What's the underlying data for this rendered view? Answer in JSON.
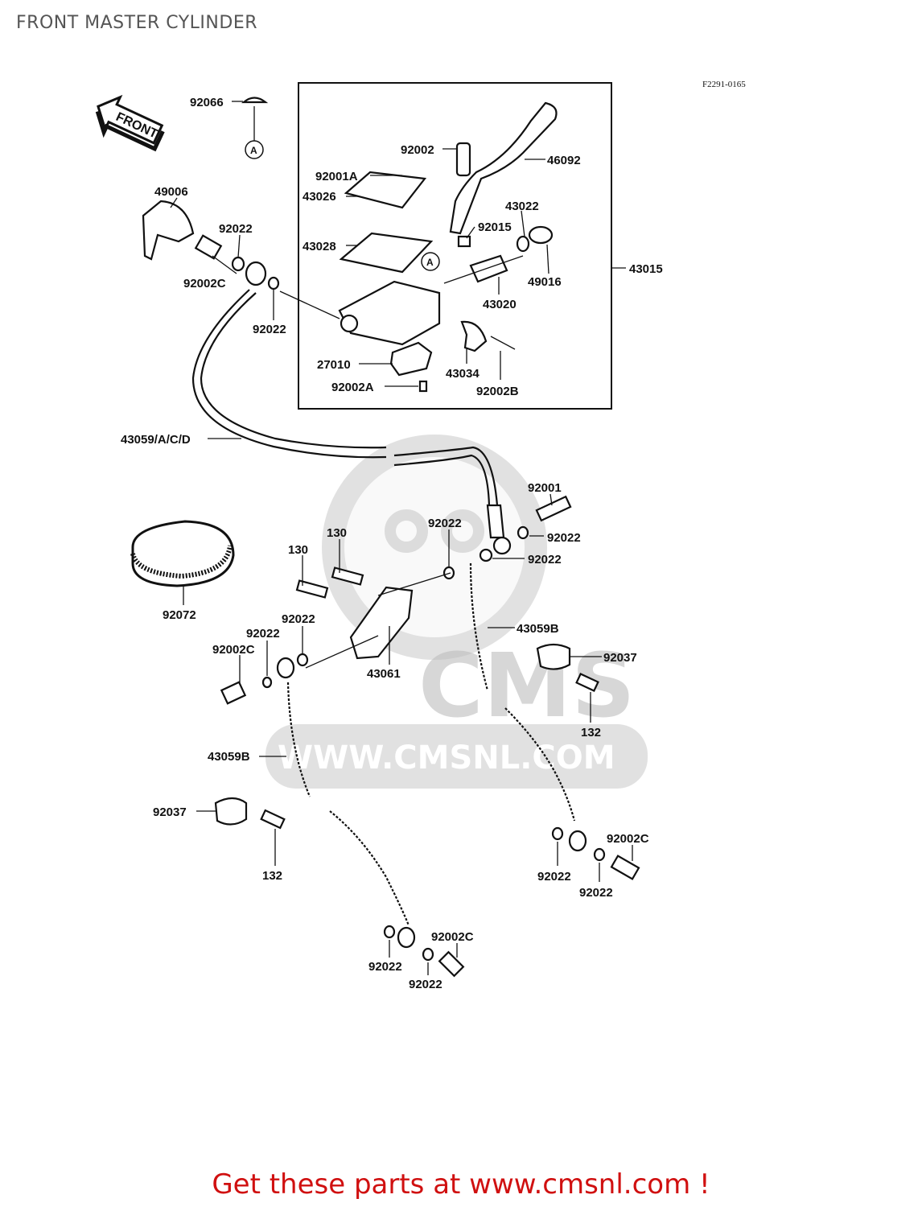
{
  "header": {
    "title": "FRONT MASTER CYLINDER"
  },
  "diagram": {
    "ref_code": "F2291-0165",
    "front_arrow": "FRONT",
    "marker": "A",
    "watermark": {
      "brand": "CMS",
      "url": "WWW.CMSNL.COM"
    },
    "callouts": {
      "p92066": "92066",
      "p92002": "92002",
      "p46092": "46092",
      "p92001A": "92001A",
      "p43026": "43026",
      "p49006": "49006",
      "p43022": "43022",
      "p92015": "92015",
      "p92022_a": "92022",
      "p43028": "43028",
      "p49016": "49016",
      "p43015": "43015",
      "p92002C_a": "92002C",
      "p43020": "43020",
      "p92022_b": "92022",
      "p27010": "27010",
      "p43034": "43034",
      "p92002A": "92002A",
      "p92002B": "92002B",
      "p43059ACD": "43059/A/C/D",
      "p92001": "92001",
      "p92022_c": "92022",
      "p92022_d": "92022",
      "p130_a": "130",
      "p130_b": "130",
      "p92022_e": "92022",
      "p92072": "92072",
      "p92022_f": "92022",
      "p92022_g": "92022",
      "p43059B_a": "43059B",
      "p92002C_b": "92002C",
      "p92037_a": "92037",
      "p43061": "43061",
      "p132_a": "132",
      "p43059B_b": "43059B",
      "p92037_b": "92037",
      "p132_b": "132",
      "p92002C_c": "92002C",
      "p92022_h": "92022",
      "p92022_i": "92022",
      "p92002C_d": "92002C",
      "p92022_j": "92022",
      "p92022_k": "92022"
    }
  },
  "footer": {
    "cta": "Get these parts at www.cmsnl.com !"
  }
}
